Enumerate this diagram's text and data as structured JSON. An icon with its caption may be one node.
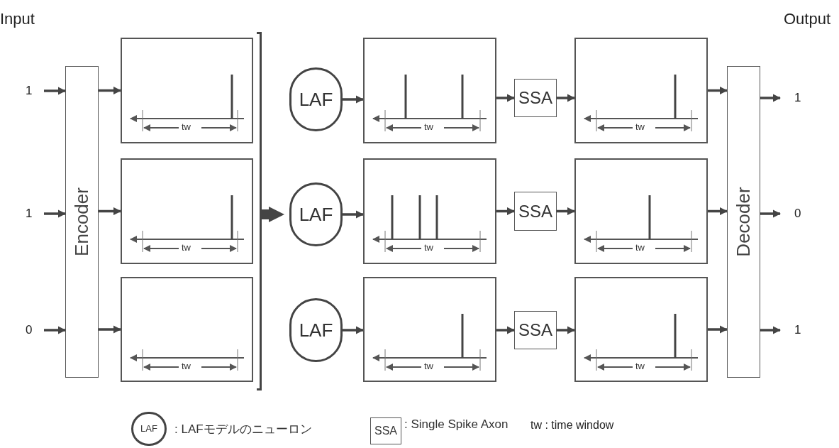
{
  "diagram": {
    "nodes": [
      {
        "text": [
          "1"
        ]
      },
      {
        "text": [
          "1"
        ]
      },
      {
        "text": [
          "0"
        ]
      },
      {
        "text": [
          "Encoder"
        ]
      },
      {
        "text": [
          "tw"
        ]
      },
      {
        "text": [
          "tw"
        ]
      },
      {
        "text": [
          "tw"
        ]
      },
      {
        "text": [
          "LAF"
        ]
      },
      {
        "text": [
          "LAF"
        ]
      },
      {
        "text": [
          "LAF"
        ]
      },
      {
        "text": [
          "tw"
        ]
      },
      {
        "text": [
          "tw"
        ]
      },
      {
        "text": [
          "tw"
        ]
      },
      {
        "text": [
          "SSA"
        ]
      },
      {
        "text": [
          "SSA"
        ]
      },
      {
        "text": [
          "SSA"
        ]
      },
      {
        "text": [
          "tw"
        ]
      },
      {
        "text": [
          "tw"
        ]
      },
      {
        "text": [
          "tw"
        ]
      },
      {
        "text": [
          "Decoder"
        ]
      },
      {
        "text": [
          "1"
        ]
      },
      {
        "text": [
          "0"
        ]
      },
      {
        "text": [
          "1"
        ]
      },
      {
        "text": [
          "LAF"
        ],
        "beside": [
          ": LAFモデルのニューロン"
        ]
      },
      {
        "text": [
          "SSA"
        ],
        "beside": [
          ": Single Spike Axon"
        ]
      },
      {
        "text": [],
        "shape": "bracket"
      }
    ],
    "edges": [
      {
        "from": 0,
        "to": 3,
        "arrow": "to"
      },
      {
        "from": 1,
        "to": 3,
        "arrow": "to"
      },
      {
        "from": 2,
        "to": 3,
        "arrow": "to"
      },
      {
        "from": 3,
        "to": 4,
        "arrow": "to"
      },
      {
        "from": 3,
        "to": 5,
        "arrow": "to"
      },
      {
        "from": 3,
        "to": 6,
        "arrow": "to"
      },
      {
        "from": 25,
        "to": 8,
        "arrow": "to",
        "style": "thick"
      },
      {
        "from": 7,
        "to": 10,
        "arrow": "to"
      },
      {
        "from": 8,
        "to": 11,
        "arrow": "to"
      },
      {
        "from": 9,
        "to": 12,
        "arrow": "to"
      },
      {
        "from": 10,
        "to": 13,
        "arrow": "to"
      },
      {
        "from": 11,
        "to": 14,
        "arrow": "to"
      },
      {
        "from": 12,
        "to": 15,
        "arrow": "to"
      },
      {
        "from": 13,
        "to": 16,
        "arrow": "to"
      },
      {
        "from": 14,
        "to": 17,
        "arrow": "to"
      },
      {
        "from": 15,
        "to": 18,
        "arrow": "to"
      },
      {
        "from": 16,
        "to": 19,
        "arrow": "to"
      },
      {
        "from": 17,
        "to": 19,
        "arrow": "to"
      },
      {
        "from": 18,
        "to": 19,
        "arrow": "to"
      },
      {
        "from": 19,
        "to": 20,
        "arrow": "to"
      },
      {
        "from": 19,
        "to": 21,
        "arrow": "to"
      },
      {
        "from": 19,
        "to": 22,
        "arrow": "to"
      }
    ],
    "labels": [
      "Input",
      "Output",
      "tw : time window"
    ]
  }
}
